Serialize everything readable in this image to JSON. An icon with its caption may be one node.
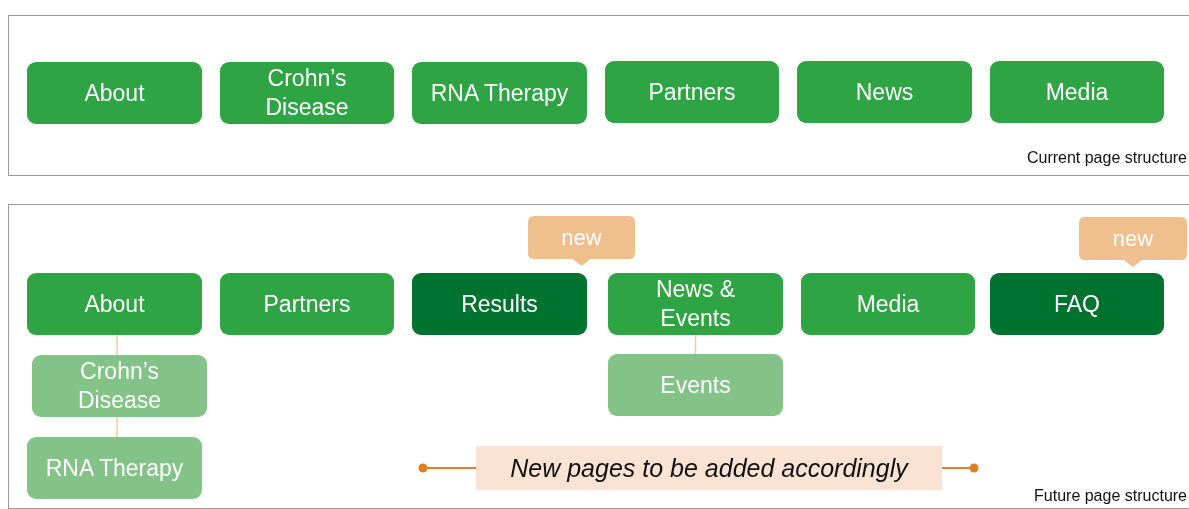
{
  "diagram": {
    "nodes": [
      {
        "text": [
          "Current page structure"
        ]
      },
      {
        "text": [
          "About"
        ],
        "in": 0
      },
      {
        "text": [
          "Crohn’s Disease"
        ],
        "in": 0
      },
      {
        "text": [
          "RNA Therapy"
        ],
        "in": 0
      },
      {
        "text": [
          "Partners"
        ],
        "in": 0
      },
      {
        "text": [
          "News"
        ],
        "in": 0
      },
      {
        "text": [
          "Media"
        ],
        "in": 0
      },
      {
        "text": [
          "Future page structure"
        ]
      },
      {
        "text": [
          "About"
        ],
        "in": 7
      },
      {
        "text": [
          "Partners"
        ],
        "in": 7
      },
      {
        "text": [
          "Results"
        ],
        "in": 7
      },
      {
        "text": [
          "News & Events"
        ],
        "in": 7
      },
      {
        "text": [
          "Media"
        ],
        "in": 7
      },
      {
        "text": [
          "FAQ"
        ],
        "in": 7
      },
      {
        "text": [
          "new"
        ],
        "in": 7
      },
      {
        "text": [
          "new"
        ],
        "in": 7
      },
      {
        "text": [
          "Crohn’s Disease"
        ],
        "in": 7
      },
      {
        "text": [
          "Events"
        ],
        "in": 7
      },
      {
        "text": [
          "RNA Therapy"
        ],
        "in": 7
      },
      {
        "text": [
          "New pages to be added accordingly"
        ],
        "in": 7
      }
    ],
    "edges": [
      {
        "from": 8,
        "to": 16,
        "arrow": "none"
      },
      {
        "from": 16,
        "to": 18,
        "arrow": "none"
      },
      {
        "from": 11,
        "to": 17,
        "arrow": "none"
      }
    ]
  }
}
